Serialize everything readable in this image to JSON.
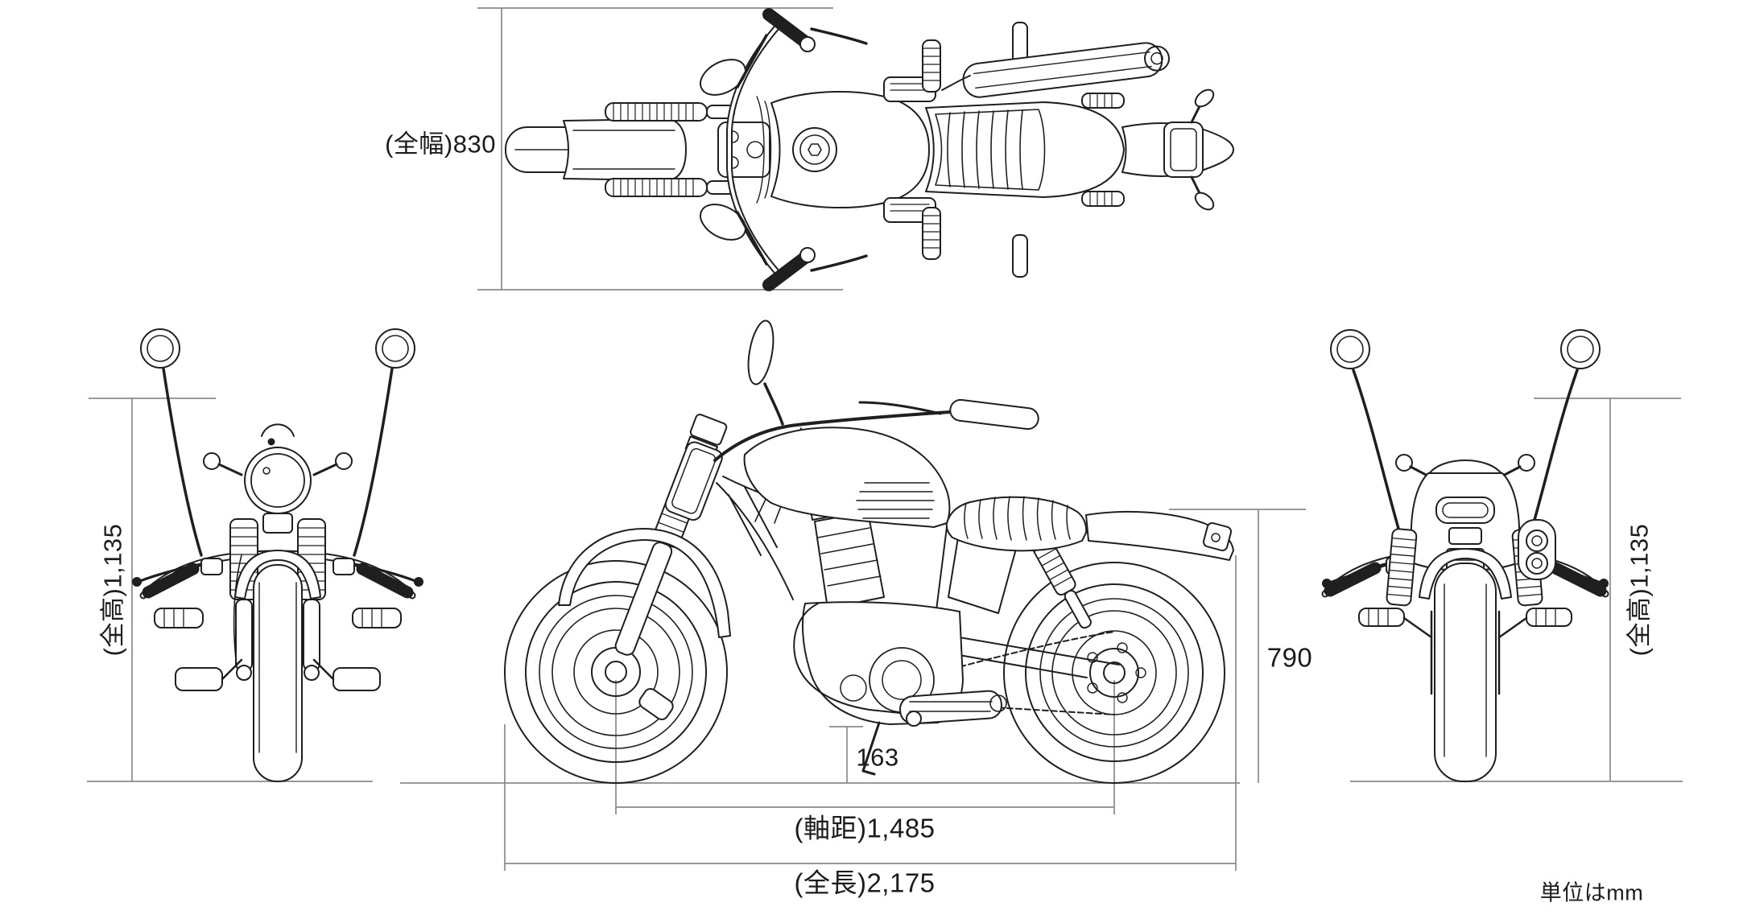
{
  "dimensions": {
    "overall_width": {
      "label": "(全幅)830",
      "value_mm": 830
    },
    "overall_height": {
      "label": "(全高)1,135",
      "value_mm": 1135
    },
    "ground_clearance": {
      "label": "163",
      "value_mm": 163
    },
    "seat_height": {
      "label": "790",
      "value_mm": 790
    },
    "wheelbase": {
      "label": "(軸距)1,485",
      "value_mm": 1485
    },
    "overall_length": {
      "label": "(全長)2,175",
      "value_mm": 2175
    }
  },
  "note": {
    "units": "単位はmm"
  },
  "views": {
    "top": "top-view",
    "front": "front-view",
    "side": "side-view",
    "rear": "rear-view"
  },
  "colors": {
    "line_art": "#1f1f1f",
    "dimension_lines": "#8a8a8a",
    "background": "#ffffff"
  }
}
